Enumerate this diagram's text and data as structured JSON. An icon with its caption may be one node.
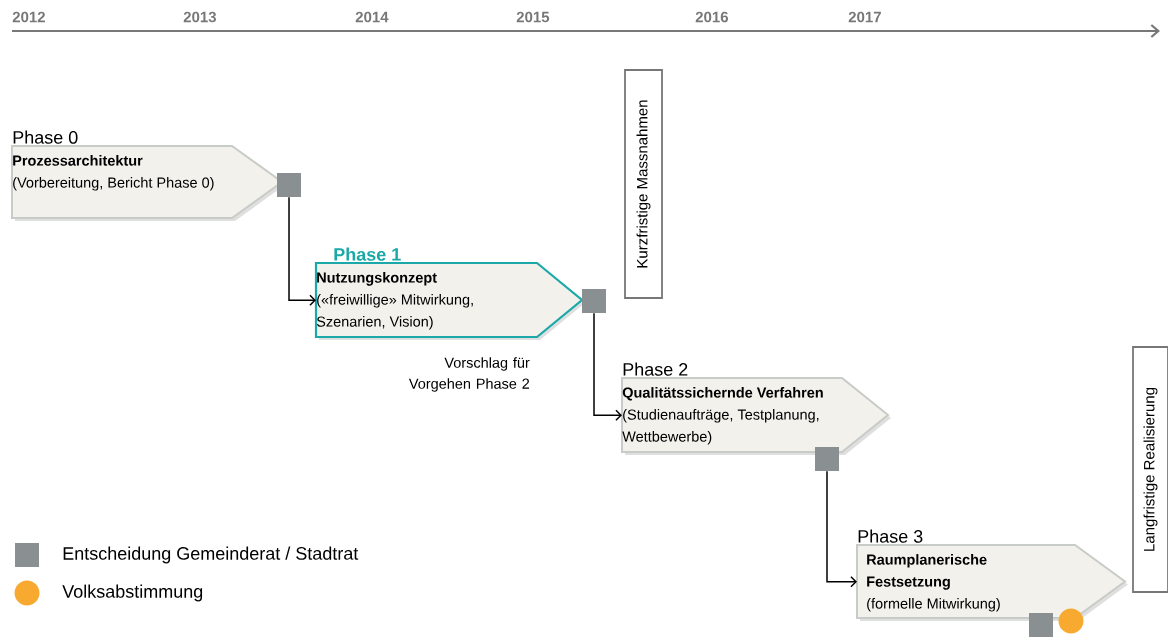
{
  "diagram": {
    "nodes": [
      {
        "text": [
          "Phase 0",
          "**Prozessarchitektur**",
          "(Vorbereitung, Bericht Phase 0)"
        ]
      },
      {
        "text": [],
        "shape": "box"
      },
      {
        "text": [
          "Phase 1",
          "**Nutzungskonzept**",
          "(«freiwillige» Mitwirkung, Szenarien, Vision)"
        ]
      },
      {
        "text": [],
        "shape": "box"
      },
      {
        "text": [
          "Phase 2",
          "**Qualitätssichernde Verfahren**",
          "(Studienaufträge, Testplanung, Wettbewerbe)"
        ]
      },
      {
        "text": [],
        "shape": "box"
      },
      {
        "text": [
          "Phase 3",
          "**Raumplanerische Festsetzung**",
          "(formelle Mitwirkung)"
        ]
      },
      {
        "text": [],
        "shape": "box"
      },
      {
        "text": [],
        "shape": "circle"
      },
      {
        "text": [
          "Kurzfristige Massnahmen"
        ]
      },
      {
        "text": [
          "Langfristige Realisierung"
        ]
      }
    ],
    "edges": [
      {
        "from": 1,
        "to": 2,
        "arrow": "to"
      },
      {
        "from": 3,
        "to": 4,
        "arrow": "to"
      },
      {
        "from": 5,
        "to": 6,
        "arrow": "to"
      }
    ],
    "labels": [
      "2012",
      "2013",
      "2014",
      "2015",
      "2016",
      "2017",
      "Vorschlag für Vorgehen Phase 2"
    ],
    "legend": [
      {
        "text": "Entscheidung Gemeinderat / Stadtrat",
        "color": "#8a8f92"
      },
      {
        "text": "Volksabstimmung",
        "color": "#f8aa30"
      }
    ]
  }
}
